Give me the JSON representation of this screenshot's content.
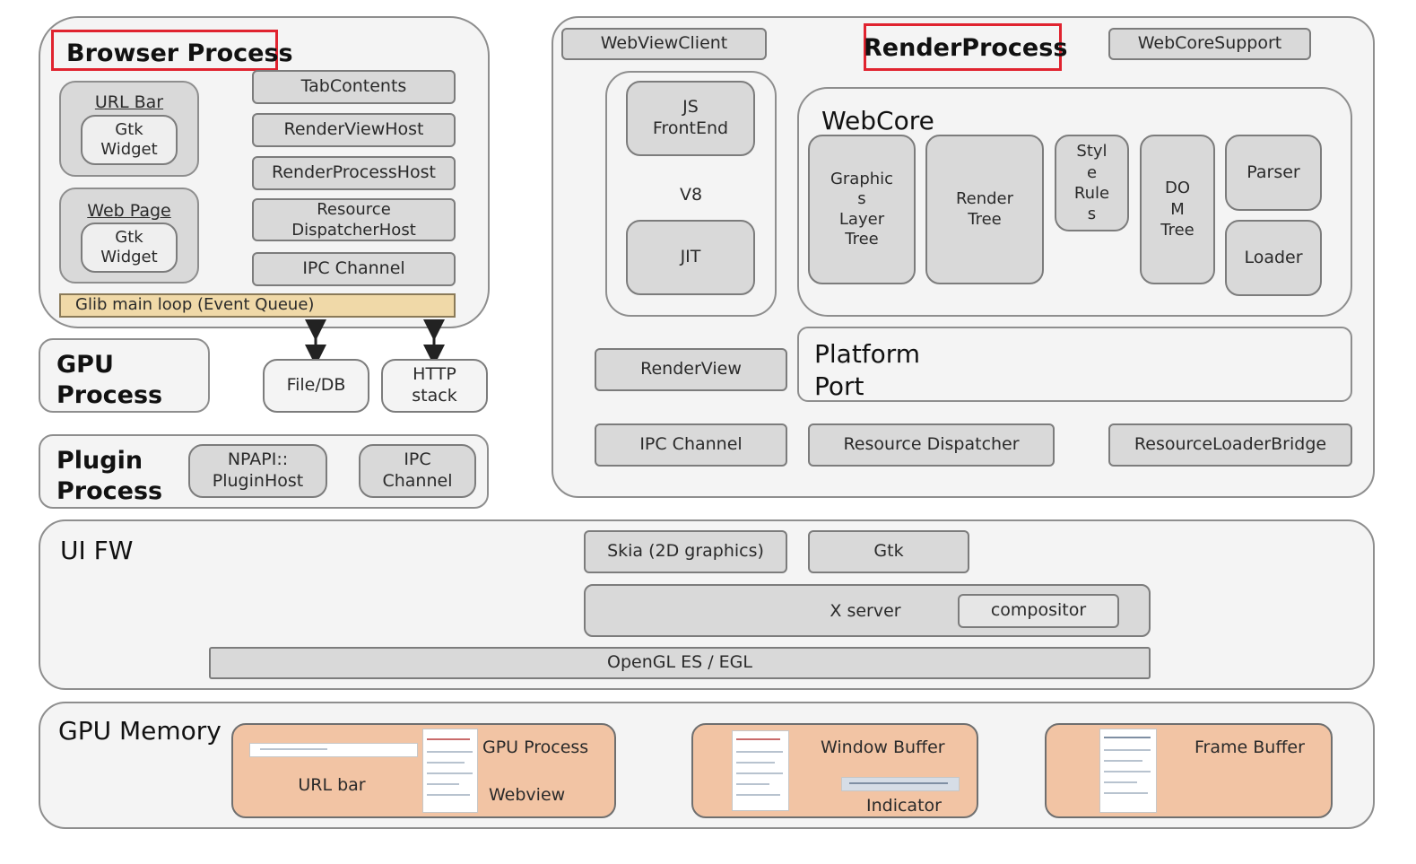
{
  "browser_process": {
    "title": "Browser Process",
    "url_bar": "URL Bar",
    "url_bar_widget": "Gtk\nWidget",
    "web_page": "Web Page",
    "web_page_widget": "Gtk\nWidget",
    "tab_contents": "TabContents",
    "render_view_host": "RenderViewHost",
    "render_process_host": "RenderProcessHost",
    "resource_dispatcher_host": "Resource\nDispatcherHost",
    "ipc_channel": "IPC Channel",
    "event_loop": "Glib main loop (Event Queue)"
  },
  "gpu_process": {
    "title": "GPU\nProcess"
  },
  "io": {
    "file_db": "File/DB",
    "http_stack": "HTTP\nstack"
  },
  "plugin_process": {
    "title": "Plugin\nProcess",
    "npapi": "NPAPI::\nPluginHost",
    "ipc_channel": "IPC\nChannel"
  },
  "render_process": {
    "title": "RenderProcess",
    "webview_client": "WebViewClient",
    "webcore_support": "WebCoreSupport",
    "v8": {
      "label": "V8",
      "js_frontend": "JS\nFrontEnd",
      "jit": "JIT"
    },
    "webcore": {
      "title": "WebCore",
      "graphics_layer_tree": "Graphic\ns\nLayer\nTree",
      "render_tree": "Render\nTree",
      "style_rules": "Styl\ne\nRule\ns",
      "dom_tree": "DO\nM\nTree",
      "parser": "Parser",
      "loader": "Loader"
    },
    "render_view": "RenderView",
    "platform_port": "Platform\nPort",
    "ipc_channel": "IPC Channel",
    "resource_dispatcher": "Resource Dispatcher",
    "resource_loader_bridge": "ResourceLoaderBridge"
  },
  "ui_fw": {
    "title": "UI FW",
    "skia": "Skia (2D graphics)",
    "gtk": "Gtk",
    "x_server": "X server",
    "compositor": "compositor",
    "opengl": "OpenGL ES / EGL"
  },
  "gpu_memory": {
    "title": "GPU Memory",
    "gpu_process_buffer": {
      "url_bar": "URL bar",
      "gpu_process": "GPU Process",
      "webview": "Webview"
    },
    "window_buffer": {
      "title": "Window Buffer",
      "indicator": "Indicator"
    },
    "frame_buffer": {
      "title": "Frame Buffer"
    }
  },
  "colors": {
    "event_loop_fill": "#f0d9a8",
    "memory_fill": "#f2c4a4",
    "highlight_frame": "#e0232f",
    "box_fill": "#d9d9d9"
  }
}
